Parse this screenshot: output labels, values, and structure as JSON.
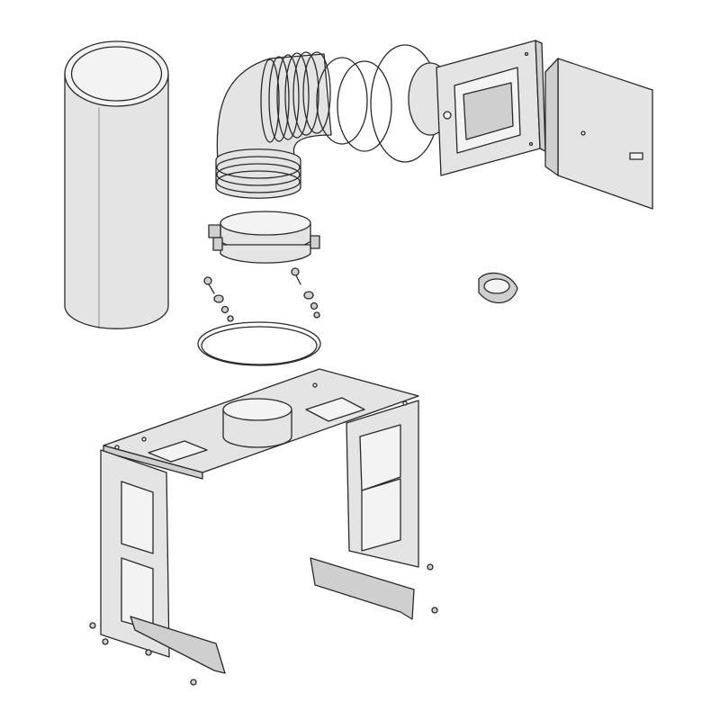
{
  "colors": {
    "background": "#ffffff",
    "line": "#2a2a2a",
    "part_fill_light": "#e4e4e4",
    "part_fill_dark": "#cfcfcf",
    "part_fill_white": "#f3f3f3"
  },
  "parts": [
    {
      "id": "insulation-sleeve",
      "icon": "cylinder"
    },
    {
      "id": "flexible-elbow-duct",
      "icon": "elbow-duct"
    },
    {
      "id": "hose-clamps",
      "icon": "ring"
    },
    {
      "id": "wall-plate-damper",
      "icon": "plate"
    },
    {
      "id": "access-door",
      "icon": "door"
    },
    {
      "id": "split-clamp-band",
      "icon": "band"
    },
    {
      "id": "bolts-washers-nuts",
      "icon": "screw"
    },
    {
      "id": "sealing-ring",
      "icon": "ring"
    },
    {
      "id": "tape-roll",
      "icon": "roll"
    },
    {
      "id": "mounting-frame",
      "icon": "frame"
    },
    {
      "id": "foot-brackets",
      "icon": "bracket"
    }
  ]
}
